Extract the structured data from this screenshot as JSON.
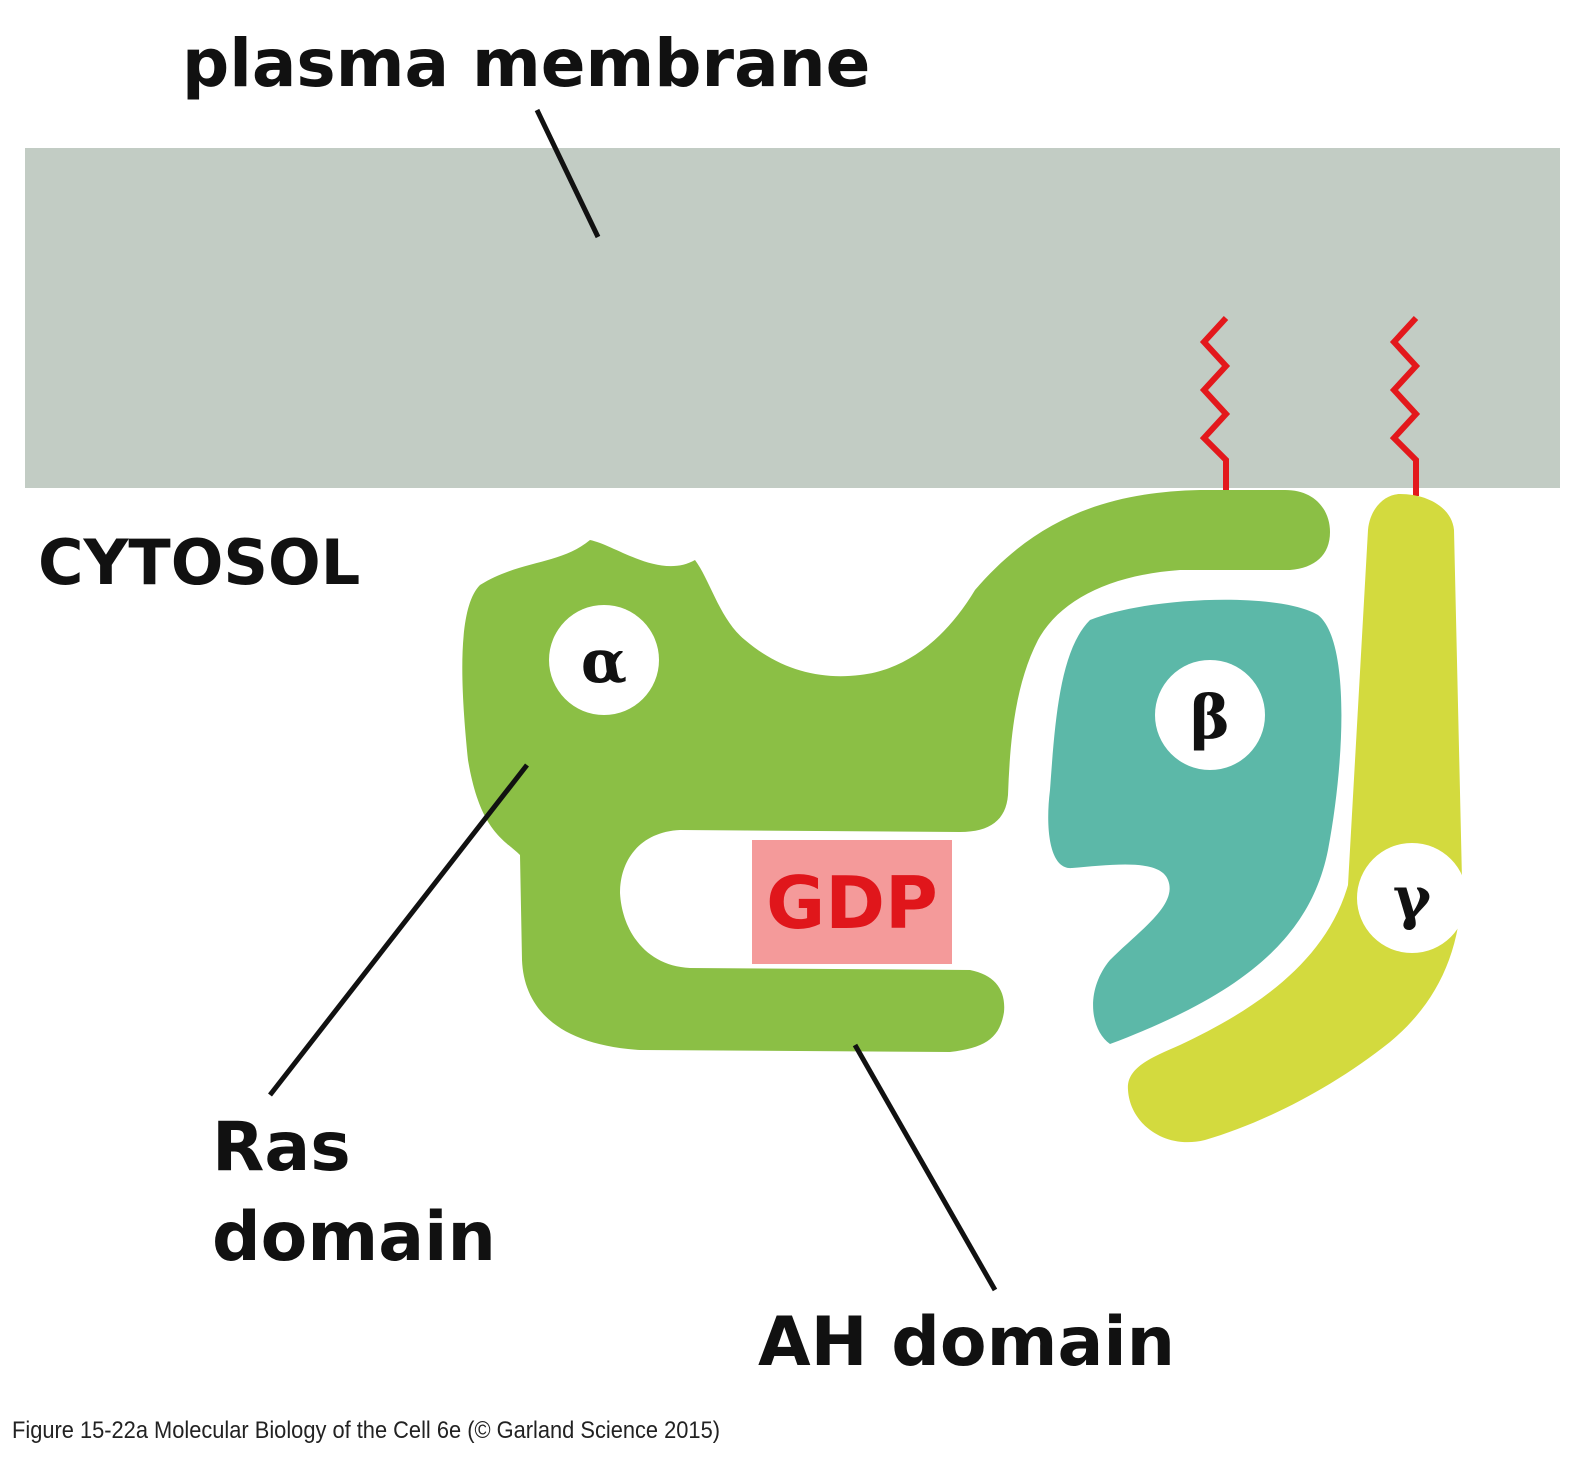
{
  "labels": {
    "membrane": "plasma membrane",
    "cytosol": "CYTOSOL",
    "ras_line1": "Ras",
    "ras_line2": "domain",
    "ah": "AH domain",
    "gdp": "GDP",
    "alpha": "α",
    "beta": "β",
    "gamma": "γ"
  },
  "caption": "Figure 15-22a  Molecular Biology of the Cell 6e (© Garland Science 2015)",
  "colors": {
    "membrane": "#c2ccc4",
    "alpha_subunit": "#8bbf45",
    "beta_subunit": "#5cb8a8",
    "gamma_subunit": "#d3da3e",
    "lipid_anchor": "#e3181c",
    "gdp_box": "#f49a9a",
    "gdp_text": "#e0161b"
  }
}
